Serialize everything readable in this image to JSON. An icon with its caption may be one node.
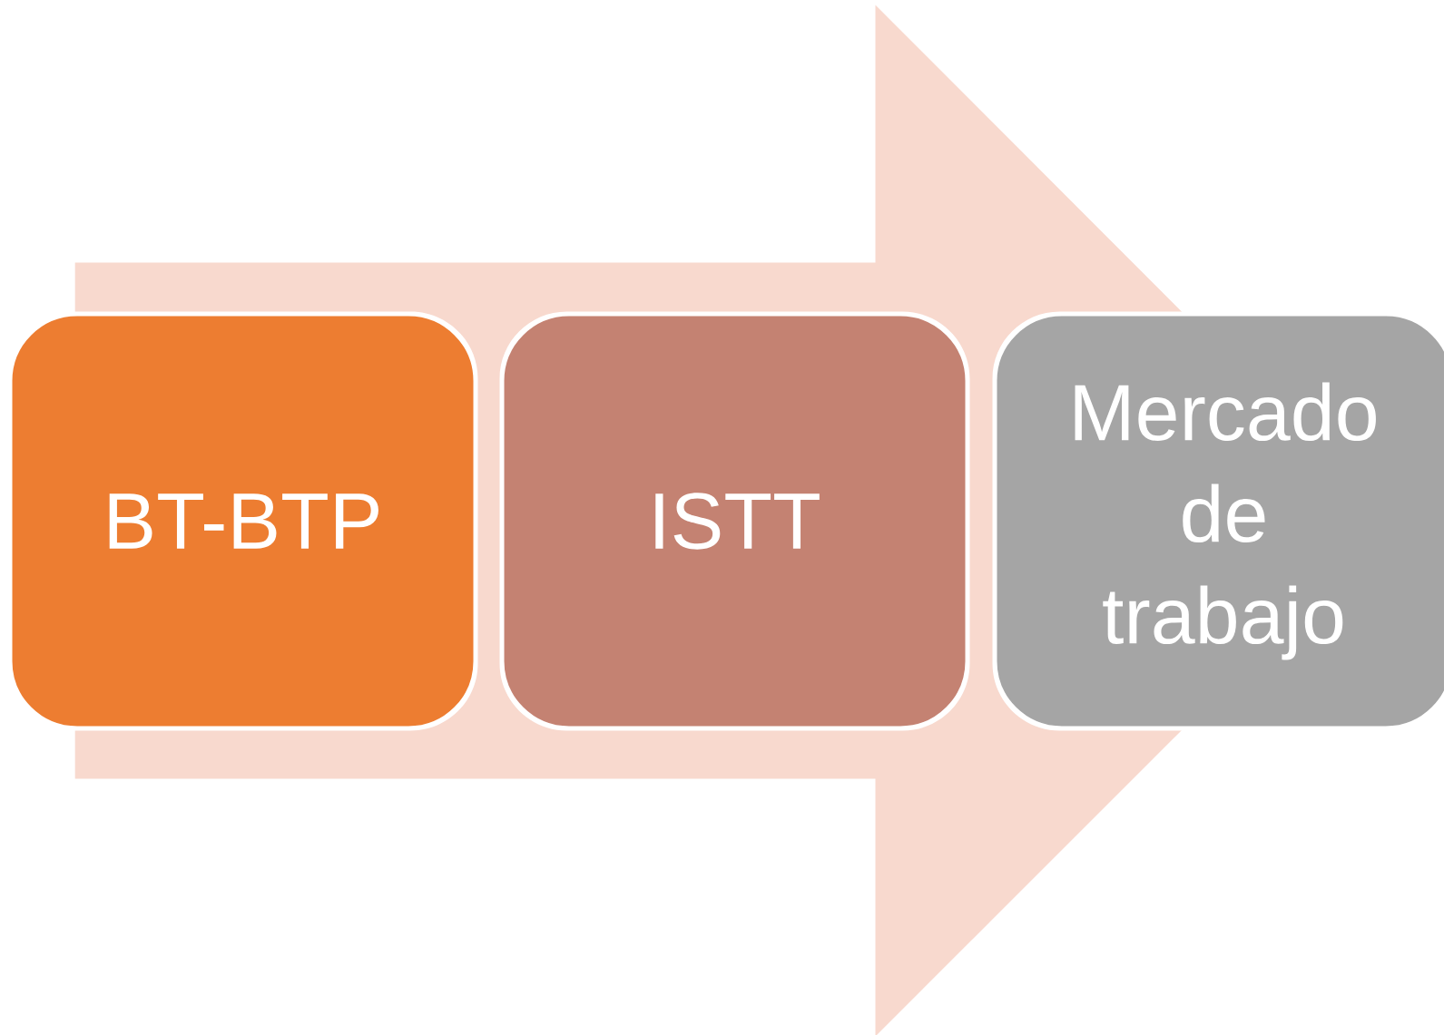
{
  "diagram": {
    "nodes": [
      {
        "text": [
          "BT-BTP"
        ]
      },
      {
        "text": [
          "ISTT"
        ]
      },
      {
        "text": [
          "Mercado de trabajo"
        ]
      }
    ],
    "edges": [
      {
        "from": 0,
        "to": 2,
        "arrow": "to"
      }
    ]
  }
}
